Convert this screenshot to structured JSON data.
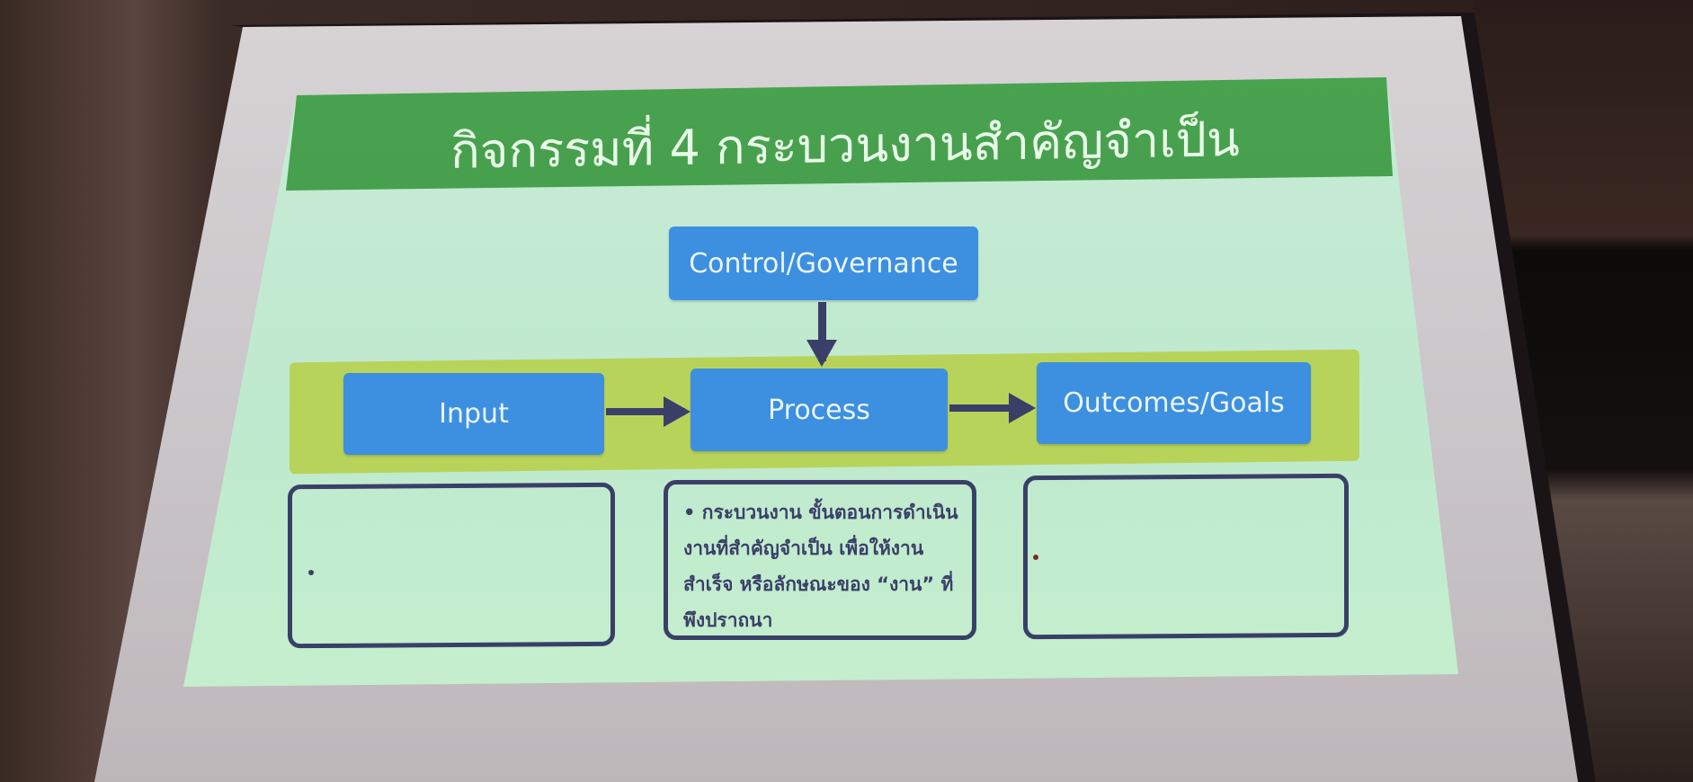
{
  "slide": {
    "title": "กิจกรรมที่ 4 กระบวนงานสำคัญจำเป็น",
    "diagram": {
      "control": "Control/Governance",
      "input": "Input",
      "process": "Process",
      "outcomes": "Outcomes/Goals"
    },
    "process_description": "• กระบวนงาน ขั้นตอนการดำเนินงานที่สำคัญจำเป็น เพื่อให้งานสำเร็จ หรือลักษณะของ “งาน” ที่พึงปราถนา"
  },
  "colors": {
    "header": "#3d9647",
    "box": "#3d8fe0",
    "band": "#b8d35a",
    "outline": "#3a3f68"
  }
}
